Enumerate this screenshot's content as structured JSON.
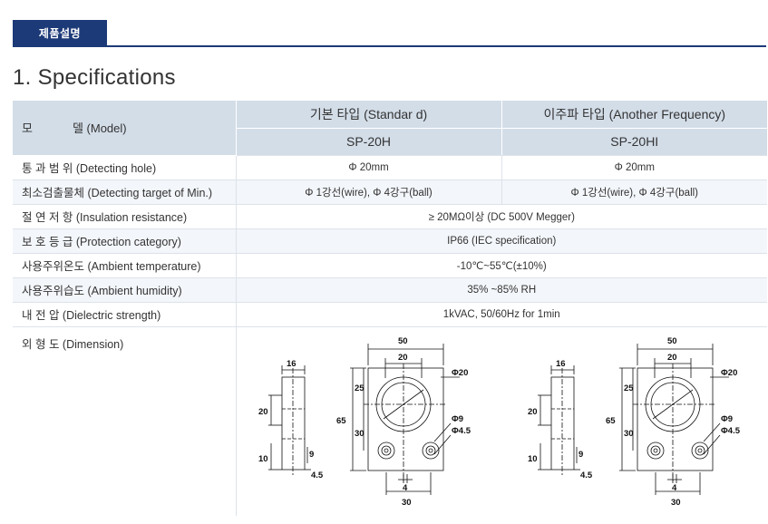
{
  "header": {
    "tab_label": "제품설명"
  },
  "section": {
    "title": "1. Specifications"
  },
  "table": {
    "model_label_ko": "모",
    "model_label_ko2": "델 (Model)",
    "col1_type": "기본 타입  (Standar d)",
    "col2_type": "이주파 타입 (Another Frequency)",
    "col1_model": "SP-20H",
    "col2_model": "SP-20HI",
    "rows": [
      {
        "label": "통 과 범 위 (Detecting hole)",
        "v1": "Φ 20mm",
        "v2": "Φ 20mm"
      },
      {
        "label": "최소검출물체 (Detecting target of Min.)",
        "v1": "Φ 1강선(wire), Φ 4강구(ball)",
        "v2": "Φ 1강선(wire), Φ 4강구(ball)"
      },
      {
        "label": "절 연 저 항 (Insulation resistance)",
        "v": "≥ 20MΩ이상 (DC 500V Megger)"
      },
      {
        "label": "보 호 등 급 (Protection category)",
        "v": "IP66 (IEC specification)"
      },
      {
        "label": "사용주위온도 (Ambient temperature)",
        "v": "-10℃~55℃(±10%)"
      },
      {
        "label": "사용주위습도 (Ambient humidity)",
        "v": "35% ~85% RH"
      },
      {
        "label": "내   전   압 (Dielectric strength)",
        "v": "1kVAC, 50/60Hz for 1min"
      }
    ],
    "dimension_label": "외   형   도 (Dimension)"
  },
  "drawing": {
    "dim_16": "16",
    "dim_20_side": "20",
    "dim_10": "10",
    "dim_9": "9",
    "dim_4_5": "4.5",
    "dim_50": "50",
    "dim_20_top": "20",
    "dim_25": "25",
    "dim_65": "65",
    "dim_30_v": "30",
    "dim_phi20": "Φ20",
    "dim_phi9": "Φ9",
    "dim_phi4_5": "Φ4.5",
    "dim_4": "4",
    "dim_30_h": "30"
  }
}
